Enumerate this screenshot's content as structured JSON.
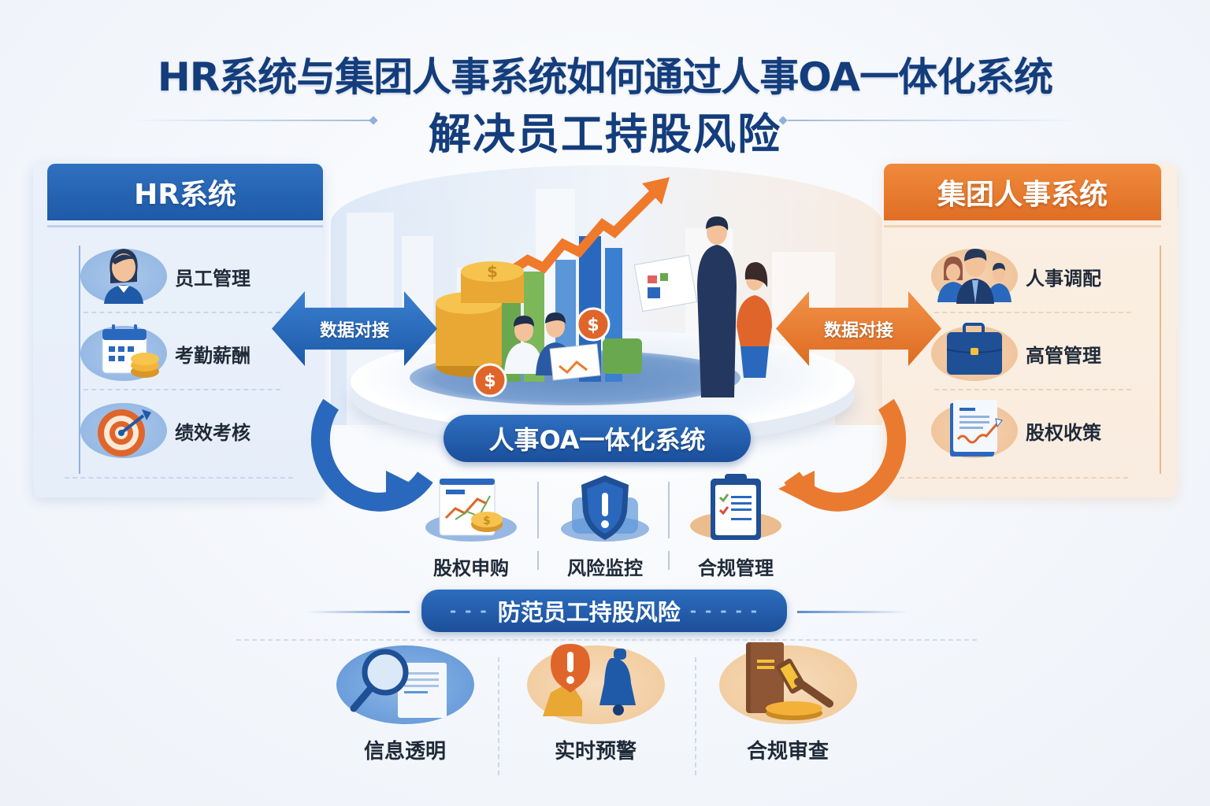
{
  "title": {
    "line1": "HR系统与集团人事系统如何通过人事OA一体化系统",
    "line2": "解决员工持股风险"
  },
  "left_panel": {
    "header": "HR系统",
    "color": "#1e5aa8",
    "items": [
      {
        "label": "员工管理",
        "icon": "female-employee-icon"
      },
      {
        "label": "考勤薪酬",
        "icon": "calendar-coins-icon"
      },
      {
        "label": "绩效考核",
        "icon": "target-icon"
      }
    ]
  },
  "right_panel": {
    "header": "集团人事系统",
    "color": "#e06e25",
    "items": [
      {
        "label": "人事调配",
        "icon": "team-icon"
      },
      {
        "label": "高管管理",
        "icon": "briefcase-icon"
      },
      {
        "label": "股权收策",
        "icon": "report-chart-icon"
      }
    ]
  },
  "sync": {
    "left_label": "数据对接",
    "right_label": "数据对接"
  },
  "center": {
    "system_label": "人事OA一体化系统",
    "features": [
      {
        "label": "股权申购",
        "icon": "chart-coin-icon"
      },
      {
        "label": "风险监控",
        "icon": "shield-alert-icon"
      },
      {
        "label": "合规管理",
        "icon": "checklist-icon"
      }
    ]
  },
  "risk": {
    "label": "防范员工持股风险",
    "items": [
      {
        "label": "信息透明",
        "icon": "magnifier-document-icon"
      },
      {
        "label": "实时预警",
        "icon": "alert-bell-icon"
      },
      {
        "label": "合规审查",
        "icon": "gavel-book-icon"
      }
    ]
  },
  "colors": {
    "primary_blue": "#1e5aa8",
    "title_navy": "#143d7c",
    "accent_orange": "#e06e25"
  }
}
